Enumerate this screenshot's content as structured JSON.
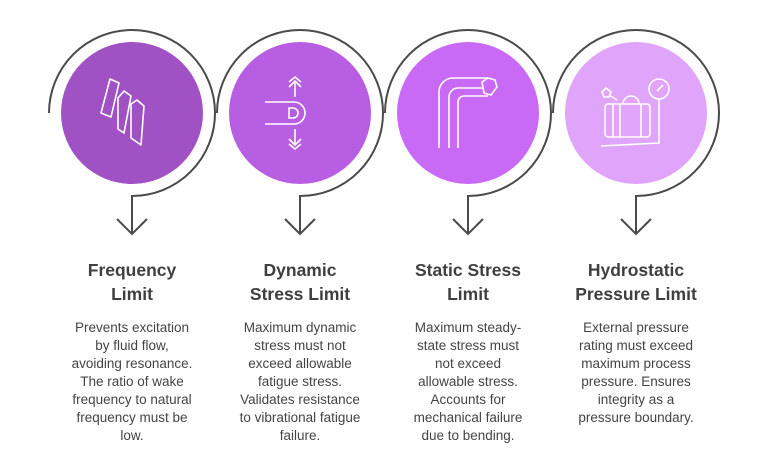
{
  "steps": [
    {
      "title": [
        "Frequency",
        "Limit"
      ],
      "body": [
        "Prevents excitation",
        "by fluid flow,",
        "avoiding resonance.",
        "The ratio of wake",
        "frequency to natural",
        "frequency must be",
        "low."
      ],
      "color": "#a052c4",
      "icon": "spring-coil-icon"
    },
    {
      "title": [
        "Dynamic",
        "Stress Limit"
      ],
      "body": [
        "Maximum dynamic",
        "stress must not",
        "exceed allowable",
        "fatigue stress.",
        "Validates resistance",
        "to vibrational fatigue",
        "failure."
      ],
      "color": "#b75ee2",
      "icon": "vibration-stress-icon"
    },
    {
      "title": [
        "Static Stress",
        "Limit"
      ],
      "body": [
        "Maximum steady-",
        "state stress must",
        "not exceed",
        "allowable stress.",
        "Accounts for",
        "mechanical failure",
        "due to bending."
      ],
      "color": "#c96af7",
      "icon": "bent-pipe-icon"
    },
    {
      "title": [
        "Hydrostatic",
        "Pressure Limit"
      ],
      "body": [
        "External pressure",
        "rating must exceed",
        "maximum process",
        "pressure. Ensures",
        "integrity as a",
        "pressure boundary."
      ],
      "color": "#e0a4fb",
      "icon": "pressure-gauge-icon"
    }
  ]
}
